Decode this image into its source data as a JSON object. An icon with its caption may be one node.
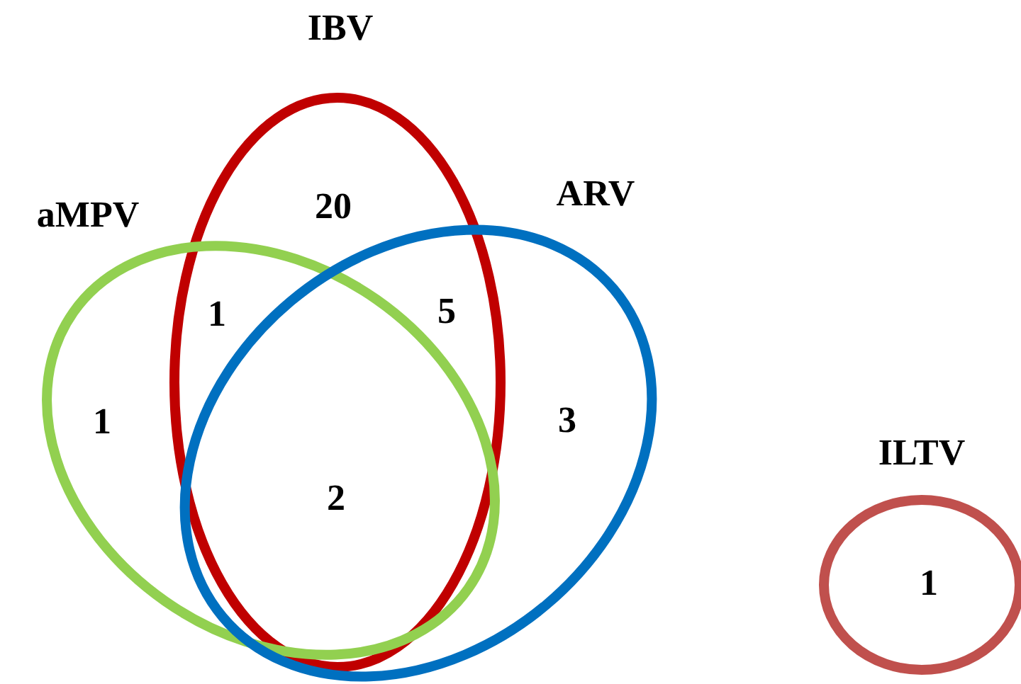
{
  "diagram": {
    "nodes": [
      {
        "text": [
          "IBV"
        ]
      },
      {
        "text": [
          "aMPV"
        ]
      },
      {
        "text": [
          "ARV"
        ]
      },
      {
        "text": [
          "ILTV",
          "1"
        ]
      }
    ],
    "labels": [
      "20",
      "1",
      "5",
      "1",
      "3",
      "2"
    ]
  }
}
